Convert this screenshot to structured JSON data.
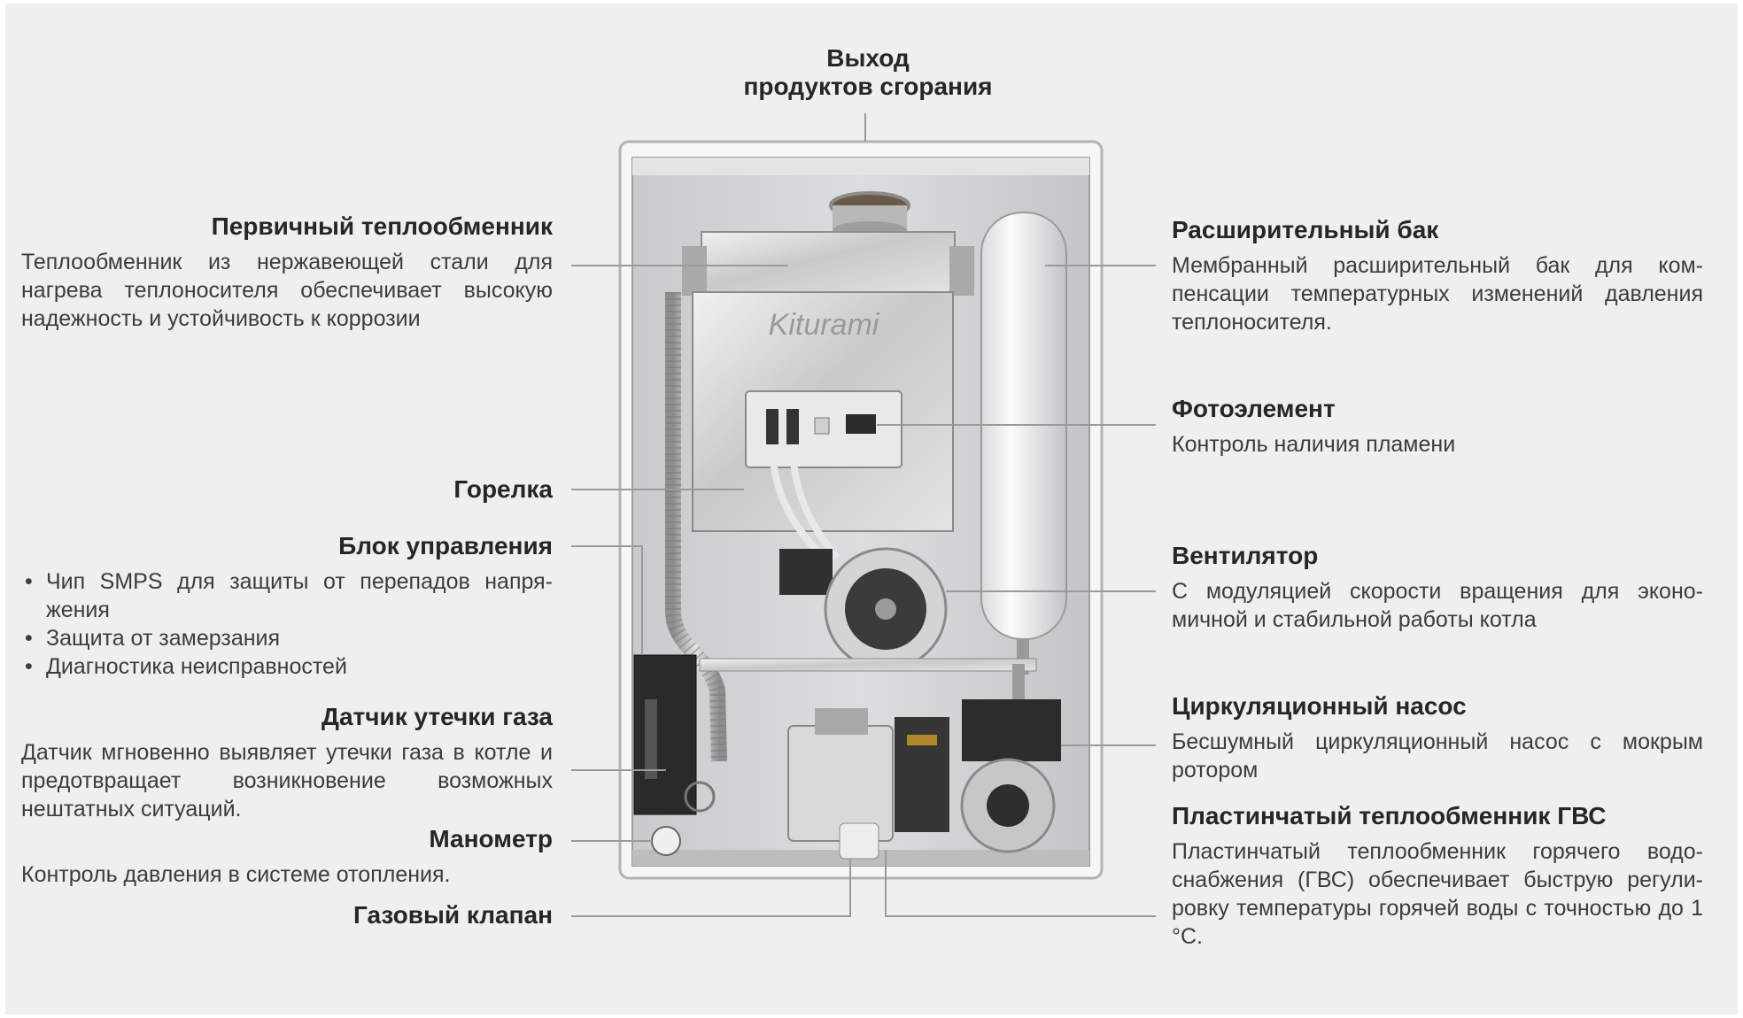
{
  "labels": {
    "exhaust": {
      "title": "Выход\nпродуктов сгорания"
    },
    "primary_hx": {
      "title": "Первичный теплообменник",
      "desc": "Теплообменник из нержавеющей стали для нагрева теплоносителя обеспечивает высокую надежность и устойчивость к коррозии"
    },
    "burner": {
      "title": "Горелка"
    },
    "control": {
      "title": "Блок управления",
      "items": [
        "Чип SMPS для защиты от перепадов напря-жения",
        "Защита от замерзания",
        "Диагностика неисправностей"
      ]
    },
    "gas_leak": {
      "title": "Датчик утечки газа",
      "desc": "Датчик мгновенно выявляет утечки газа в котле и предотвращает возникновение возможных нештатных ситуаций."
    },
    "manometer": {
      "title": "Манометр",
      "desc": "Контроль давления в системе отопления."
    },
    "gas_valve": {
      "title": "Газовый клапан"
    },
    "expansion": {
      "title": "Расширительный бак",
      "desc": "Мембранный расширительный бак для ком-пенсации температурных изменений давления теплоносителя."
    },
    "photocell": {
      "title": "Фотоэлемент",
      "desc": "Контроль наличия пламени"
    },
    "fan": {
      "title": "Вентилятор",
      "desc": "С модуляцией скорости вращения для эконо-мичной и стабильной работы котла"
    },
    "pump": {
      "title": "Циркуляционный насос",
      "desc": "Бесшумный циркуляционный насос с мокрым ротором"
    },
    "plate_hx": {
      "title": "Пластинчатый теплообменник ГВС",
      "desc": "Пластинчатый теплообменник горячего водо-снабжения (ГВС) обеспечивает быструю регули-ровку температуры горячей воды с точностью до 1 °C."
    }
  },
  "device": {
    "brand_text": "Kiturami"
  }
}
